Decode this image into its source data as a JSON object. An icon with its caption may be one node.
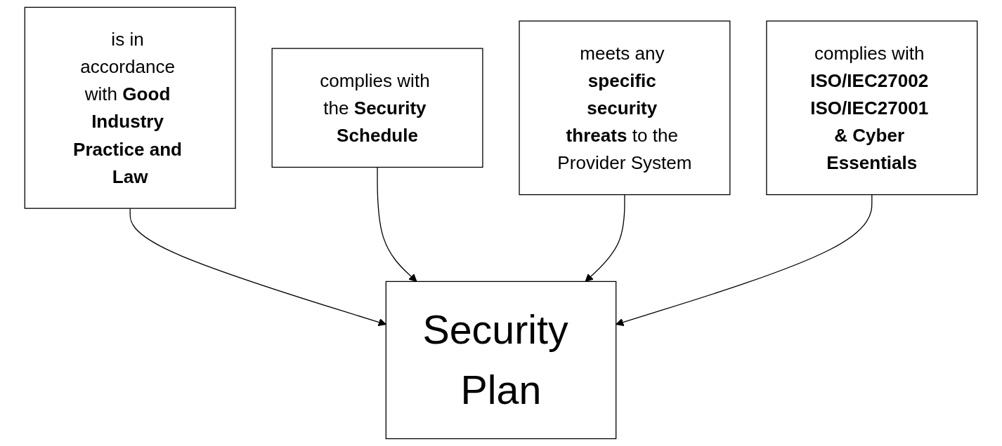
{
  "diagram": {
    "nodes": [
      {
        "text": [
          "is in accordance with **Good Industry Practice and Law**"
        ]
      },
      {
        "text": [
          "complies with the **Security Schedule**"
        ]
      },
      {
        "text": [
          "meets any **specific security threats** to the Provider System"
        ]
      },
      {
        "text": [
          "complies with **ISO/IEC27002 ISO/IEC27001 & Cyber Essentials**"
        ]
      },
      {
        "text": [
          "Security Plan"
        ]
      }
    ],
    "edges": [
      {
        "from": 0,
        "to": 4,
        "arrow": "to"
      },
      {
        "from": 1,
        "to": 4,
        "arrow": "to"
      },
      {
        "from": 2,
        "to": 4,
        "arrow": "to"
      },
      {
        "from": 3,
        "to": 4,
        "arrow": "to"
      }
    ]
  }
}
